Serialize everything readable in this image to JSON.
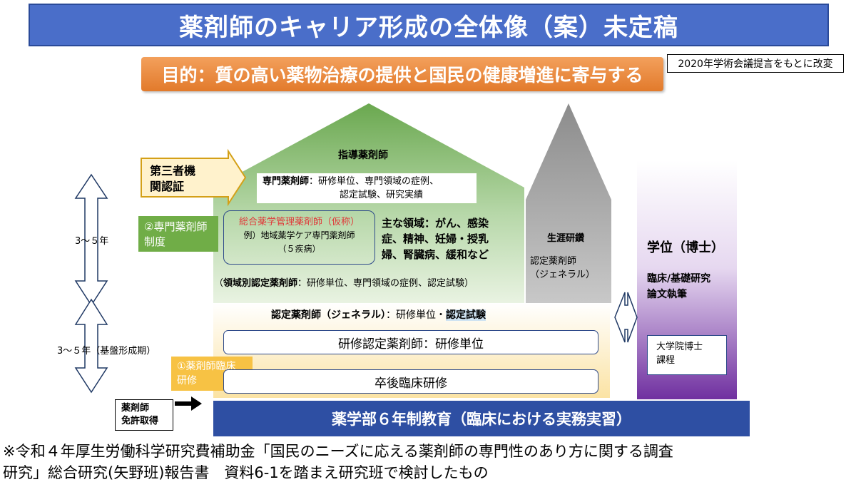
{
  "title": "薬剤師のキャリア形成の全体像（案）未定稿",
  "purpose": "目的：質の高い薬物治療の提供と国民の健康増進に寄与する",
  "source_note": "2020年学術会議提言をもとに改変",
  "house": {
    "guidance_pharmacist": "指導薬剤師",
    "specialist": {
      "title": "専門薬剤師",
      "desc_line1": "：研修単位、専門領域の症例、",
      "desc_line2": "認定試験、研究実績"
    },
    "comprehensive": {
      "title": "総合薬学管理薬剤師（仮称）",
      "example": "例）地域薬学ケア専門薬剤師",
      "diseases": "（５疾病）"
    },
    "main_areas": {
      "line1": "主な領域：がん、感染",
      "line2": "症、精神、妊婦・授乳",
      "line3": "婦、腎臓病、緩和など"
    },
    "domain_certified": {
      "open": "（",
      "title": "領域別認定薬剤師",
      "desc": "：研修単位、専門領域の症例、認定試験）"
    },
    "general_certified": {
      "title": "認定薬剤師（ジェネラル）",
      "desc": "：研修単位・",
      "highlight": "認定試験"
    },
    "trainee_certified": "研修認定薬剤師：研修単位",
    "postgrad_training": "卒後臨床研修"
  },
  "lifelong": {
    "title": "生涯研鑽",
    "line1": "認定薬剤師",
    "line2": "（ジェネラル）"
  },
  "degree": {
    "title": "学位（博士）",
    "line1": "臨床/基礎研究",
    "line2": "論文執筆",
    "grad_line1": "大学院博士",
    "grad_line2": "課程"
  },
  "left": {
    "third_party_line1": "第三者機",
    "third_party_line2": "関認証",
    "specialist_system_line1": "②専門薬剤師",
    "specialist_system_line2": "制度",
    "clinical_training_line1": "①薬剤師臨床",
    "clinical_training_line2": "研修",
    "license_line1": "薬剤師",
    "license_line2": "免許取得",
    "years_upper": "3～５年",
    "years_lower": "3～５年（基盤形成期）"
  },
  "pharmacy_education": "薬学部６年制教育（臨床における実務実習）",
  "footnote_line1": "※令和４年厚生労働科学研究費補助金「国民のニーズに応える薬剤師の専門性のあり方に関する調査",
  "footnote_line2": "研究」総合研究(矢野班)報告書　資料6-1を踏まえ研究班で検討したもの",
  "colors": {
    "title_bg": "#4a6ec9",
    "purpose_bg": "#e27a2b",
    "house_green": "#70ad47",
    "base_yellow": "#fbe7b0",
    "tower_gray": "#a6a6a6",
    "degree_purple": "#7030a0",
    "education_blue": "#2e4fa3"
  }
}
